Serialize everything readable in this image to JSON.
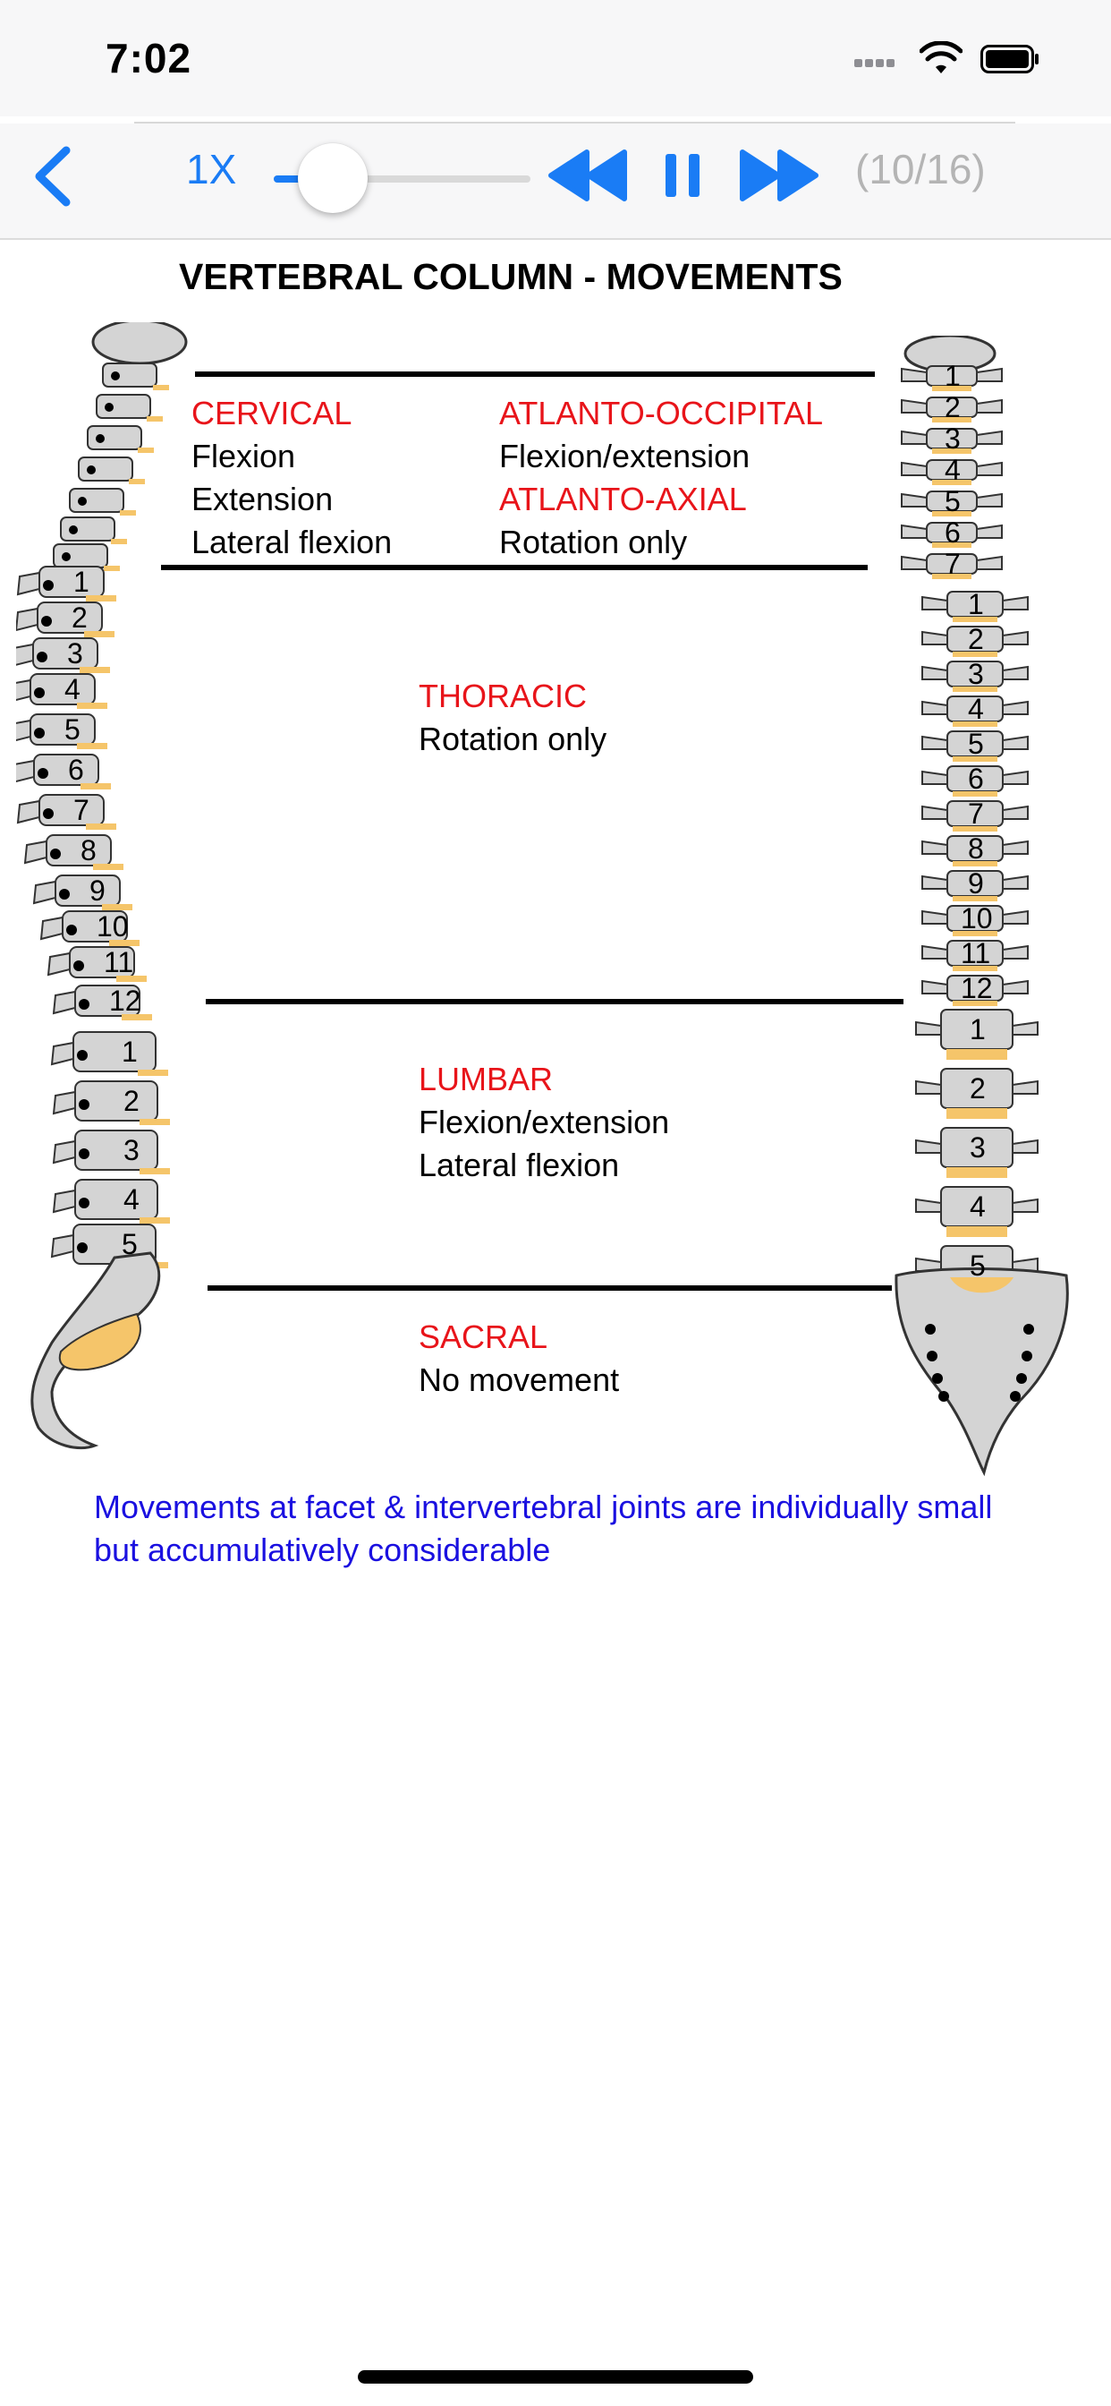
{
  "status_bar": {
    "time": "7:02"
  },
  "player": {
    "speed_label": "1X",
    "position_fraction": 0.23,
    "page_counter": "(10/16)",
    "accent_color": "#1a7cf5",
    "icons": [
      "chevron-left-icon",
      "rewind-icon",
      "pause-icon",
      "fast-forward-icon"
    ]
  },
  "slide": {
    "title": "VERTEBRAL COLUMN - MOVEMENTS",
    "cervical": {
      "heading": "CERVICAL",
      "lines": [
        "Flexion",
        "Extension",
        "Lateral flexion"
      ]
    },
    "atlanto_occipital": {
      "heading": "ATLANTO-OCCIPITAL",
      "line": "Flexion/extension"
    },
    "atlanto_axial": {
      "heading": "ATLANTO-AXIAL",
      "line": "Rotation only"
    },
    "thoracic": {
      "heading": "THORACIC",
      "line": "Rotation only"
    },
    "lumbar": {
      "heading": "LUMBAR",
      "lines": [
        "Flexion/extension",
        "Lateral flexion"
      ]
    },
    "sacral": {
      "heading": "SACRAL",
      "line": "No movement"
    },
    "left_spine_labels": [
      "1",
      "2",
      "3",
      "4",
      "5",
      "6",
      "7",
      "8",
      "9",
      "10",
      "11",
      "12",
      "1",
      "2",
      "3",
      "4",
      "5"
    ],
    "right_spine_labels": [
      "1",
      "2",
      "3",
      "4",
      "5",
      "6",
      "7",
      "1",
      "2",
      "3",
      "4",
      "5",
      "6",
      "7",
      "8",
      "9",
      "10",
      "11",
      "12",
      "1",
      "2",
      "3",
      "4",
      "5"
    ],
    "note": "Movements at facet & intervertebral joints are individually small but accumulatively considerable",
    "colors": {
      "heading": "#e8141a",
      "note": "#1a10e0",
      "bone": "#d4d4d4",
      "disc": "#f5c56a"
    }
  }
}
